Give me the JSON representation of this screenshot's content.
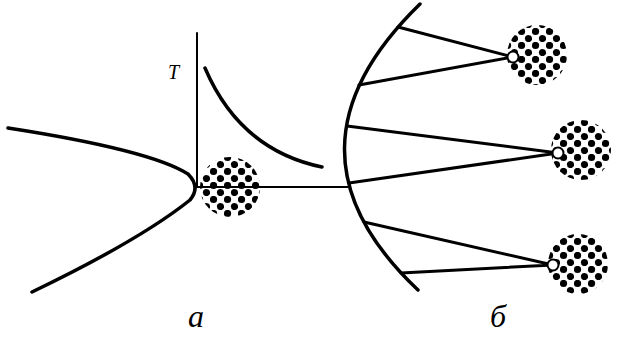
{
  "diagram": {
    "labels": [
      "T",
      "а",
      "б"
    ]
  }
}
